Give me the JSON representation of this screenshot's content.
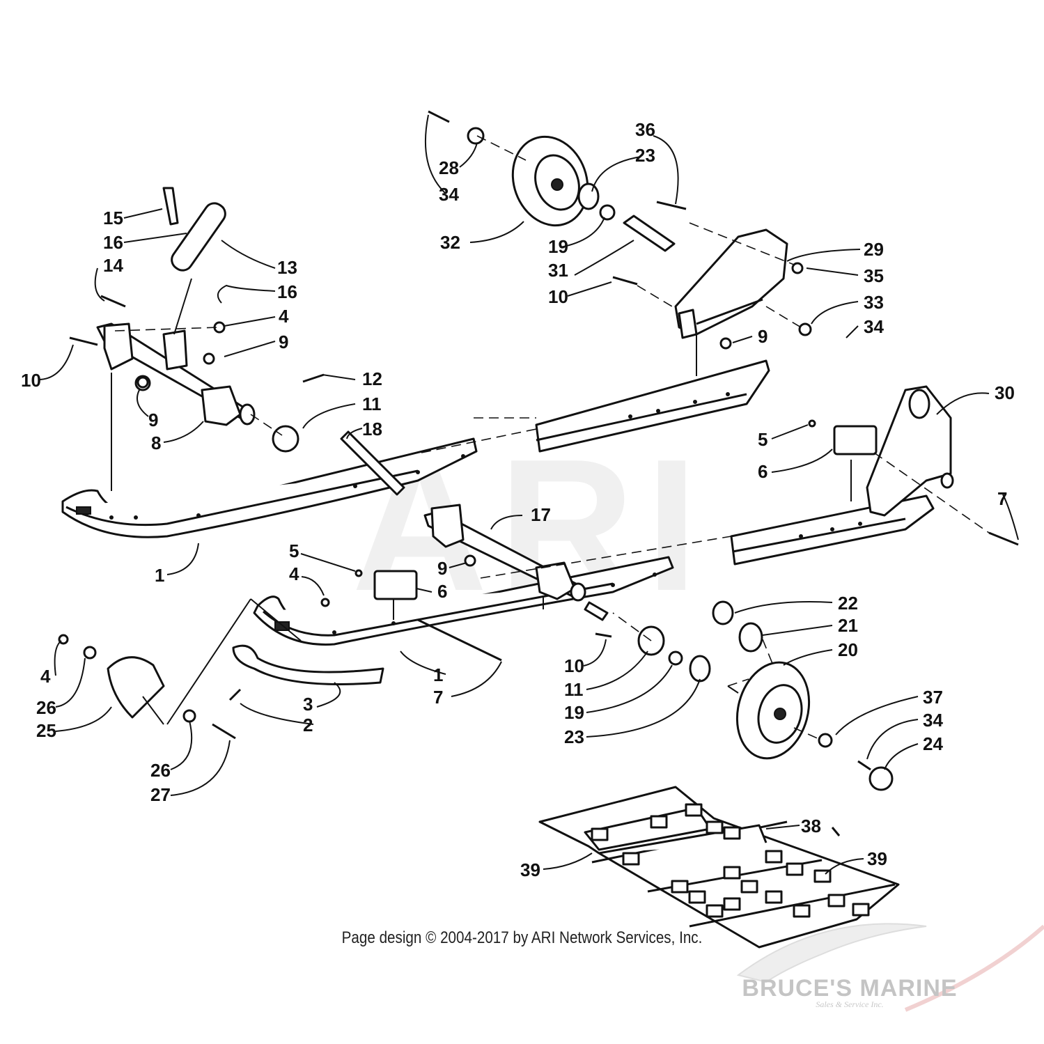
{
  "diagram": {
    "callouts": [
      {
        "id": "c15",
        "label": "15"
      },
      {
        "id": "c16a",
        "label": "16"
      },
      {
        "id": "c14",
        "label": "14"
      },
      {
        "id": "c13",
        "label": "13"
      },
      {
        "id": "c16b",
        "label": "16"
      },
      {
        "id": "c4a",
        "label": "4"
      },
      {
        "id": "c9a",
        "label": "9"
      },
      {
        "id": "c10a",
        "label": "10"
      },
      {
        "id": "c12",
        "label": "12"
      },
      {
        "id": "c11a",
        "label": "11"
      },
      {
        "id": "c9b",
        "label": "9"
      },
      {
        "id": "c8",
        "label": "8"
      },
      {
        "id": "c18",
        "label": "18"
      },
      {
        "id": "c1a",
        "label": "1"
      },
      {
        "id": "c17",
        "label": "17"
      },
      {
        "id": "c5a",
        "label": "5"
      },
      {
        "id": "c4b",
        "label": "4"
      },
      {
        "id": "c9c",
        "label": "9"
      },
      {
        "id": "c6a",
        "label": "6"
      },
      {
        "id": "c28",
        "label": "28"
      },
      {
        "id": "c34a",
        "label": "34"
      },
      {
        "id": "c32",
        "label": "32"
      },
      {
        "id": "c36",
        "label": "36"
      },
      {
        "id": "c23a",
        "label": "23"
      },
      {
        "id": "c19a",
        "label": "19"
      },
      {
        "id": "c31",
        "label": "31"
      },
      {
        "id": "c10b",
        "label": "10"
      },
      {
        "id": "c29",
        "label": "29"
      },
      {
        "id": "c35",
        "label": "35"
      },
      {
        "id": "c33",
        "label": "33"
      },
      {
        "id": "c34b",
        "label": "34"
      },
      {
        "id": "c9d",
        "label": "9"
      },
      {
        "id": "c30",
        "label": "30"
      },
      {
        "id": "c5b",
        "label": "5"
      },
      {
        "id": "c6b",
        "label": "6"
      },
      {
        "id": "c7a",
        "label": "7"
      },
      {
        "id": "c22",
        "label": "22"
      },
      {
        "id": "c21",
        "label": "21"
      },
      {
        "id": "c20",
        "label": "20"
      },
      {
        "id": "c10c",
        "label": "10"
      },
      {
        "id": "c11b",
        "label": "11"
      },
      {
        "id": "c19b",
        "label": "19"
      },
      {
        "id": "c23b",
        "label": "23"
      },
      {
        "id": "c37",
        "label": "37"
      },
      {
        "id": "c34c",
        "label": "34"
      },
      {
        "id": "c24",
        "label": "24"
      },
      {
        "id": "c1b",
        "label": "1"
      },
      {
        "id": "c7b",
        "label": "7"
      },
      {
        "id": "c3",
        "label": "3"
      },
      {
        "id": "c2",
        "label": "2"
      },
      {
        "id": "c4c",
        "label": "4"
      },
      {
        "id": "c26a",
        "label": "26"
      },
      {
        "id": "c25",
        "label": "25"
      },
      {
        "id": "c26b",
        "label": "26"
      },
      {
        "id": "c27",
        "label": "27"
      },
      {
        "id": "c38",
        "label": "38"
      },
      {
        "id": "c39a",
        "label": "39"
      },
      {
        "id": "c39b",
        "label": "39"
      }
    ]
  },
  "footer": {
    "copyright": "Page design © 2004-2017 by ARI Network Services, Inc."
  },
  "watermark": {
    "text": "ARI",
    "brand_name": "BRUCE'S MARINE",
    "brand_sub": "Sales & Service Inc."
  }
}
